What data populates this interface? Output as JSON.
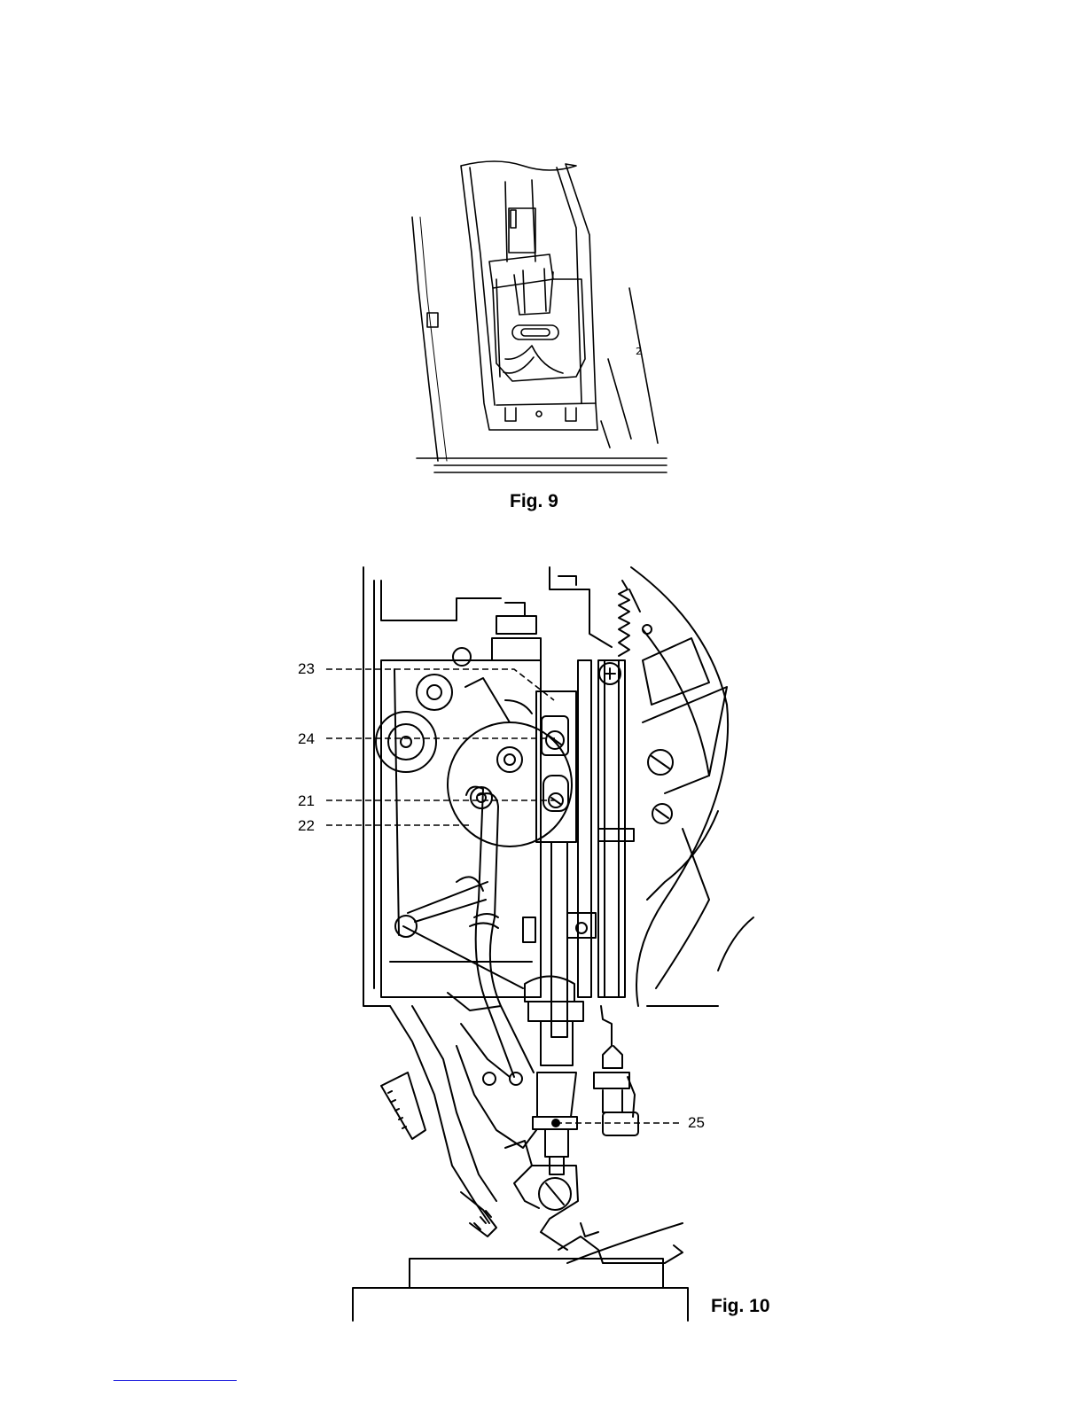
{
  "figures": {
    "fig9": {
      "caption": "Fig. 9",
      "label": "2"
    },
    "fig10": {
      "caption": "Fig. 10",
      "callouts": [
        "23",
        "24",
        "21",
        "22",
        "25"
      ]
    }
  },
  "colors": {
    "ink": "#000000",
    "paper": "#ffffff",
    "footnote_rule": "#2a2ae0"
  }
}
